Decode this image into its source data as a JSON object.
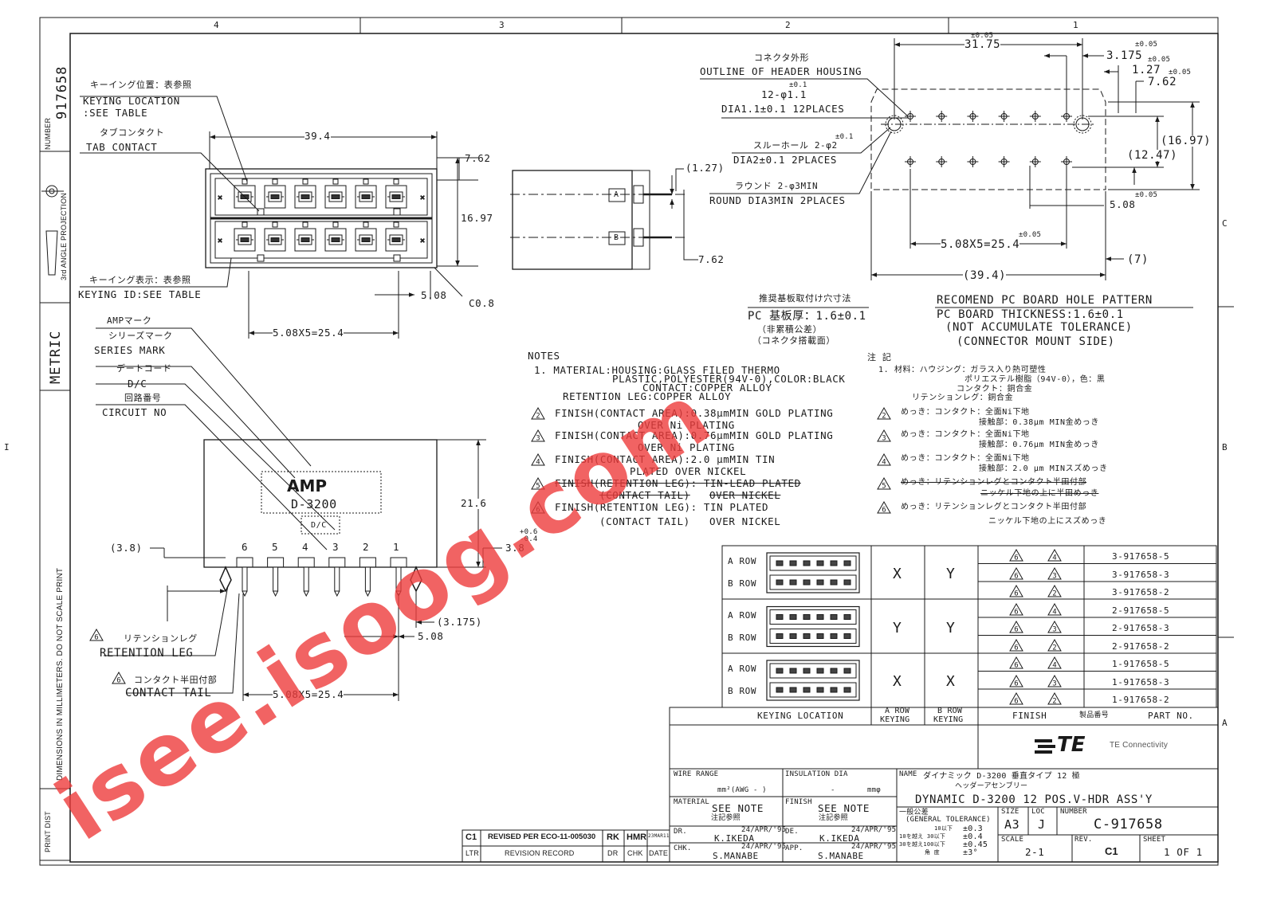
{
  "zones": {
    "top": [
      "4",
      "3",
      "2",
      "1"
    ],
    "side": [
      "C",
      "B",
      "A"
    ],
    "left_mark": "I"
  },
  "left_strip": {
    "number_label": "NUMBER",
    "number": "917658",
    "projection": "3rd ANGLE PROJECTION",
    "units": "METRIC",
    "dimensions_note": "DIMENSIONS IN MILLIMETERS. DO NOT SCALE PRINT",
    "print_dist": "PRINT DIST"
  },
  "front_view": {
    "keying_location_jp": "キーイング位置：表参照",
    "keying_location": "KEYING LOCATION",
    "keying_location_2": ":SEE TABLE",
    "tab_contact_jp": "タブコンタクト",
    "tab_contact": "TAB CONTACT",
    "keying_id_jp": "キーイング表示：表参照",
    "keying_id": "KEYING ID:SEE TABLE",
    "dim_width": "39.4",
    "dim_762": "7.62",
    "dim_1697": "16.97",
    "dim_508": "5.08",
    "dim_c08": "C0.8",
    "dim_pitch": "5.08X5=25.4"
  },
  "side_view": {
    "dim_127": "(1.27)",
    "dim_762": "7.62",
    "row_a": "A",
    "row_b": "B"
  },
  "hole_pattern": {
    "housing_jp": "コネクタ外形",
    "housing": "OUTLINE OF HEADER HOUSING",
    "tol_01": "±0.1",
    "holes": "12-φ1.1",
    "holes_desc": "DIA1.1±0.1 12PLACES",
    "thru_jp": "スルーホール 2-φ2",
    "thru_tol": "±0.1",
    "thru_desc": "DIA2±0.1 2PLACES",
    "round_jp": "ラウンド 2-φ3MIN",
    "round_desc": "ROUND DIA3MIN 2PLACES",
    "tol_005": "±0.05",
    "dim_3175": "31.75",
    "dim_3175b": "3.175",
    "dim_127": "1.27",
    "dim_762": "7.62",
    "dim_1697": "(16.97)",
    "dim_1247": "(12.47)",
    "dim_508": "5.08",
    "dim_pitch": "5.08X5=25.4",
    "dim_394": "(39.4)",
    "dim_7": "(7)",
    "title_jp": "推奨基板取付け穴寸法",
    "thickness_jp": "PC 基板厚：1.6±0.1",
    "noacc_jp": "（非累積公差）",
    "side_jp": "（コネクタ搭載面）",
    "title": "RECOMEND PC BOARD HOLE PATTERN",
    "thickness": "PC BOARD THICKNESS:1.6±0.1",
    "noacc": "(NOT ACCUMULATE TOLERANCE)",
    "side": "(CONNECTOR MOUNT SIDE)"
  },
  "bottom_view": {
    "amp_mark_jp": "AMPマーク",
    "series_jp": "シリーズマーク",
    "series": "SERIES MARK",
    "datecode_jp": "デートコード",
    "dc": "D/C",
    "circuit_jp": "回路番号",
    "circuit": "CIRCUIT NO",
    "brand": "AMP",
    "model": "D-3200",
    "dc_label": "D/C",
    "circuits": [
      "6",
      "5",
      "4",
      "3",
      "2",
      "1"
    ],
    "dim_38": "(3.8)",
    "dim_216": "21.6",
    "dim_38b": "3.8",
    "tol_plus": "+0.6",
    "tol_minus": "-0.4",
    "dim_3175": "(3.175)",
    "dim_508": "5.08",
    "retention_jp": "リテンションレグ",
    "retention": "RETENTION LEG",
    "tail_jp": "コンタクト半田付部",
    "tail": "CONTACT TAIL",
    "dim_pitch": "5.08X5=25.4",
    "callout_6": "6"
  },
  "notes": {
    "title": "NOTES",
    "n1a": "1. MATERIAL:HOUSING:GLASS FILED THERMO",
    "n1b": "PLASTIC,POLYESTER(94V-0),COLOR:BLACK",
    "n1c": "CONTACT:COPPER ALLOY",
    "n1d": "RETENTION LEG:COPPER ALLOY",
    "n2a": "FINISH(CONTACT AREA):0.38μmMIN GOLD PLATING",
    "n2b": "OVER Ni PLATING",
    "n3a": "FINISH(CONTACT AREA):0.76μmMIN GOLD PLATING",
    "n3b": "OVER Ni PLATING",
    "n4a": "FINISH(CONTACT AREA):2.0 μmMIN TIN",
    "n4b": "PLATED OVER NICKEL",
    "n5a": "FINISH(RETENTION LEG): TIN-LEAD PLATED",
    "n5b": "(CONTACT TAIL)",
    "n5c": "OVER NICKEL",
    "n6a": "FINISH(RETENTION LEG): TIN PLATED",
    "n6b": "(CONTACT TAIL)",
    "n6c": "OVER NICKEL",
    "tri": [
      "2",
      "3",
      "4",
      "5",
      "6"
    ]
  },
  "notes_jp": {
    "title": "注 記",
    "n1a": "1. 材料：ハウジング：ガラス入り熱可塑性",
    "n1b": "ポリエステル樹脂（94V-0），色：黒",
    "n1c": "コンタクト：銅合金",
    "n1d": "リテンションレグ：銅合金",
    "n2a": "めっき：コンタクト：全面Ni下地",
    "n2b": "接触部：0.38μm MIN金めっき",
    "n3a": "めっき：コンタクト：全面Ni下地",
    "n3b": "接触部：0.76μm MIN金めっき",
    "n4a": "めっき：コンタクト：全面Ni下地",
    "n4b": "接触部：2.0 μm MINスズめっき",
    "n5a": "めっき：リテンションレグとコンタクト半田付部",
    "n5b": "ニッケル下地の上に半田めっき",
    "n6a": "めっき：リテンションレグとコンタクト半田付部",
    "n6b": "ニッケル下地の上にスズめっき"
  },
  "table": {
    "rows": [
      {
        "a": "X",
        "b": "Y",
        "parts": [
          [
            "6",
            "4",
            "3-917658-5"
          ],
          [
            "6",
            "3",
            "3-917658-3"
          ],
          [
            "6",
            "2",
            "3-917658-2"
          ]
        ]
      },
      {
        "a": "Y",
        "b": "Y",
        "parts": [
          [
            "6",
            "4",
            "2-917658-5"
          ],
          [
            "6",
            "3",
            "2-917658-3"
          ],
          [
            "6",
            "2",
            "2-917658-2"
          ]
        ]
      },
      {
        "a": "X",
        "b": "X",
        "parts": [
          [
            "6",
            "4",
            "1-917658-5"
          ],
          [
            "6",
            "3",
            "1-917658-3"
          ],
          [
            "6",
            "2",
            "1-917658-2"
          ]
        ]
      }
    ],
    "row_a": "A ROW",
    "row_b": "B ROW",
    "h_keying": "KEYING LOCATION",
    "h_a1": "A ROW",
    "h_a2": "KEYING",
    "h_b1": "B ROW",
    "h_b2": "KEYING",
    "h_finish": "FINISH",
    "h_part_jp": "製品番号",
    "h_part": "PART NO."
  },
  "title_block": {
    "logo": "TE",
    "company": "TE Connectivity",
    "wire_range": "WIRE RANGE",
    "wire_unit": "mm²(AWG - )",
    "insulation": "INSULATION DIA",
    "ins_dash": "-",
    "ins_unit": "mmφ",
    "name_label": "NAME",
    "name_jp1": "ダイナミック D-3200 垂直タイプ 12 極",
    "name_jp2": "ヘッダーアセンブリー",
    "name": "DYNAMIC D-3200 12 POS.V-HDR ASS'Y",
    "material": "MATERIAL",
    "material_v": "SEE NOTE",
    "material_jp": "注記参照",
    "finish": "FINISH",
    "finish_v": "SEE NOTE",
    "finish_jp": "注記参照",
    "tol_jp": "一般公差",
    "tol": "(GENERAL TOLERANCE)",
    "tol_r1": "10以下",
    "tol_r1v": "±0.3",
    "tol_r2": "10を越え 30以下",
    "tol_r2v": "±0.4",
    "tol_r3": "30を越え100以下",
    "tol_r3v": "±0.45",
    "tol_r4": "角 度",
    "tol_r4v": "±3°",
    "size_label": "SIZE",
    "size": "A3",
    "loc_label": "LOC",
    "loc": "J",
    "number_label": "NUMBER",
    "number": "C-917658",
    "scale_label": "SCALE",
    "scale": "2-1",
    "rev_label": "REV.",
    "rev": "C1",
    "sheet_label": "SHEET",
    "sheet": "1 OF 1",
    "dr": "DR.",
    "dr_date": "24/APR/'95",
    "dr_name": "K.IKEDA",
    "de": "DE.",
    "de_date": "24/APR/'95",
    "de_name": "K.IKEDA",
    "chk": "CHK.",
    "chk_date": "24/APR/'95",
    "chk_name": "S.MANABE",
    "app": "APP.",
    "app_date": "24/APR/'95",
    "app_name": "S.MANABE"
  },
  "revision": {
    "ltr": "C1",
    "record": "REVISED PER ECO-11-005030",
    "dr": "RK",
    "chk": "HMR",
    "date": "23MAR11",
    "h_ltr": "LTR",
    "h_record": "REVISION RECORD",
    "h_dr": "DR",
    "h_chk": "CHK",
    "h_date": "DATE"
  },
  "watermark": "isee.isoog.com"
}
